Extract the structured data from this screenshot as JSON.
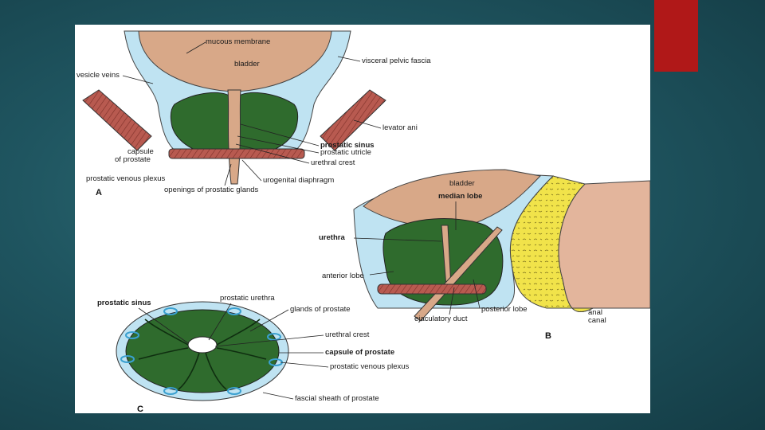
{
  "colors": {
    "background": "#1f5560",
    "accent": "#b01818",
    "bladder": "#d8a888",
    "prostate": "#2f6b2d",
    "fascia_blue": "#bfe3f2",
    "muscle": "#b85a50",
    "fat_yellow": "#f1e34a",
    "rectum": "#e3b59c"
  },
  "figure_a": {
    "letter": "A",
    "labels": {
      "mucous_membrane": "mucous membrane",
      "bladder": "bladder",
      "visceral_pelvic_fascia": "visceral pelvic fascia",
      "vesicle_veins": "vesicle veins",
      "levator_ani": "levator ani",
      "capsule_of_prostate_1": "capsule",
      "capsule_of_prostate_2": "of prostate",
      "prostatic_sinus": "prostatic sinus",
      "prostatic_utricle": "prostatic utricle",
      "urethral_crest": "urethral crest",
      "prostatic_venous_plexus": "prostatic venous plexus",
      "urogenital_diaphragm": "urogenital diaphragm",
      "openings_of_prostatic_glands": "openings of prostatic glands"
    }
  },
  "figure_b": {
    "letter": "B",
    "labels": {
      "bladder": "bladder",
      "median_lobe": "median lobe",
      "urethra": "urethra",
      "anterior_lobe": "anterior lobe",
      "ejaculatory_duct": "ejaculatory duct",
      "posterior_lobe": "posterior lobe",
      "anal_canal_1": "anal",
      "anal_canal_2": "canal"
    }
  },
  "figure_c": {
    "letter": "C",
    "labels": {
      "prostatic_urethra": "prostatic urethra",
      "prostatic_sinus": "prostatic sinus",
      "glands_of_prostate": "glands of prostate",
      "urethral_crest": "urethral crest",
      "capsule_of_prostate": "capsule of prostate",
      "prostatic_venous_plexus": "prostatic venous plexus",
      "fascial_sheath_of_prostate": "fascial sheath of prostate"
    }
  }
}
